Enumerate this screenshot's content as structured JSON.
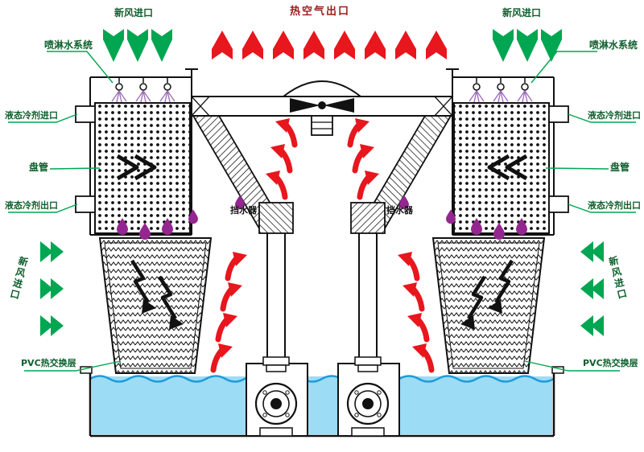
{
  "diagram": {
    "type": "closed-circuit-cooling-tower-schematic",
    "top": {
      "fresh_air_inlet_left": "新风进口",
      "hot_air_outlet": "热空气出口",
      "fresh_air_inlet_right": "新风进口"
    },
    "left_labels": {
      "spray_water_system": "喷淋水系统",
      "liquid_refrigerant_inlet": "液态冷剂进口",
      "coil": "盘管",
      "liquid_refrigerant_outlet": "液态冷剂出口",
      "fresh_air_inlet": "新风进口",
      "pvc_heat_exchange_layer": "PVC热交换层"
    },
    "right_labels": {
      "spray_water_system": "喷淋水系统",
      "liquid_refrigerant_inlet": "液态冷剂进口",
      "coil": "盘管",
      "liquid_refrigerant_outlet": "液态冷剂出口",
      "fresh_air_inlet": "新风进口",
      "pvc_heat_exchange_layer": "PVC热交换层"
    },
    "center_labels": {
      "drift_eliminator_left": "挡水器",
      "drift_eliminator_right": "挡水器"
    },
    "colors": {
      "fresh_air_arrow": "#00A651",
      "hot_air_arrow": "#E8161D",
      "water": "#9DDCF5",
      "water_line": "#1F9CD8",
      "droplet": "#93278F",
      "label_text": "#0E5F2D",
      "hot_air_label_text": "#9C1A1A",
      "line": "#111111"
    }
  }
}
